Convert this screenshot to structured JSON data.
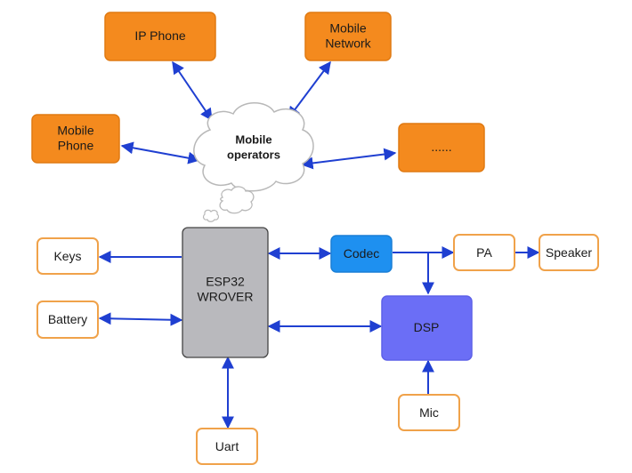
{
  "colors": {
    "orange_fill": "#f48a1e",
    "orange_stroke": "#e07a12",
    "outline_orange": "#f0a24a",
    "esp_fill": "#b9b9bd",
    "codec_fill": "#1e90f0",
    "dsp_fill": "#6b6ef6",
    "arrow": "#1f3fd1"
  },
  "nodes": {
    "ip_phone": [
      "IP Phone"
    ],
    "mobile_network": [
      "Mobile",
      "Network"
    ],
    "mobile_phone": [
      "Mobile",
      "Phone"
    ],
    "more": [
      "......"
    ],
    "mobile_operators": [
      "Mobile",
      "operators"
    ],
    "esp32": [
      "ESP32",
      "WROVER"
    ],
    "keys": [
      "Keys"
    ],
    "battery": [
      "Battery"
    ],
    "uart": [
      "Uart"
    ],
    "codec": [
      "Codec"
    ],
    "pa": [
      "PA"
    ],
    "speaker": [
      "Speaker"
    ],
    "dsp": [
      "DSP"
    ],
    "mic": [
      "Mic"
    ]
  }
}
